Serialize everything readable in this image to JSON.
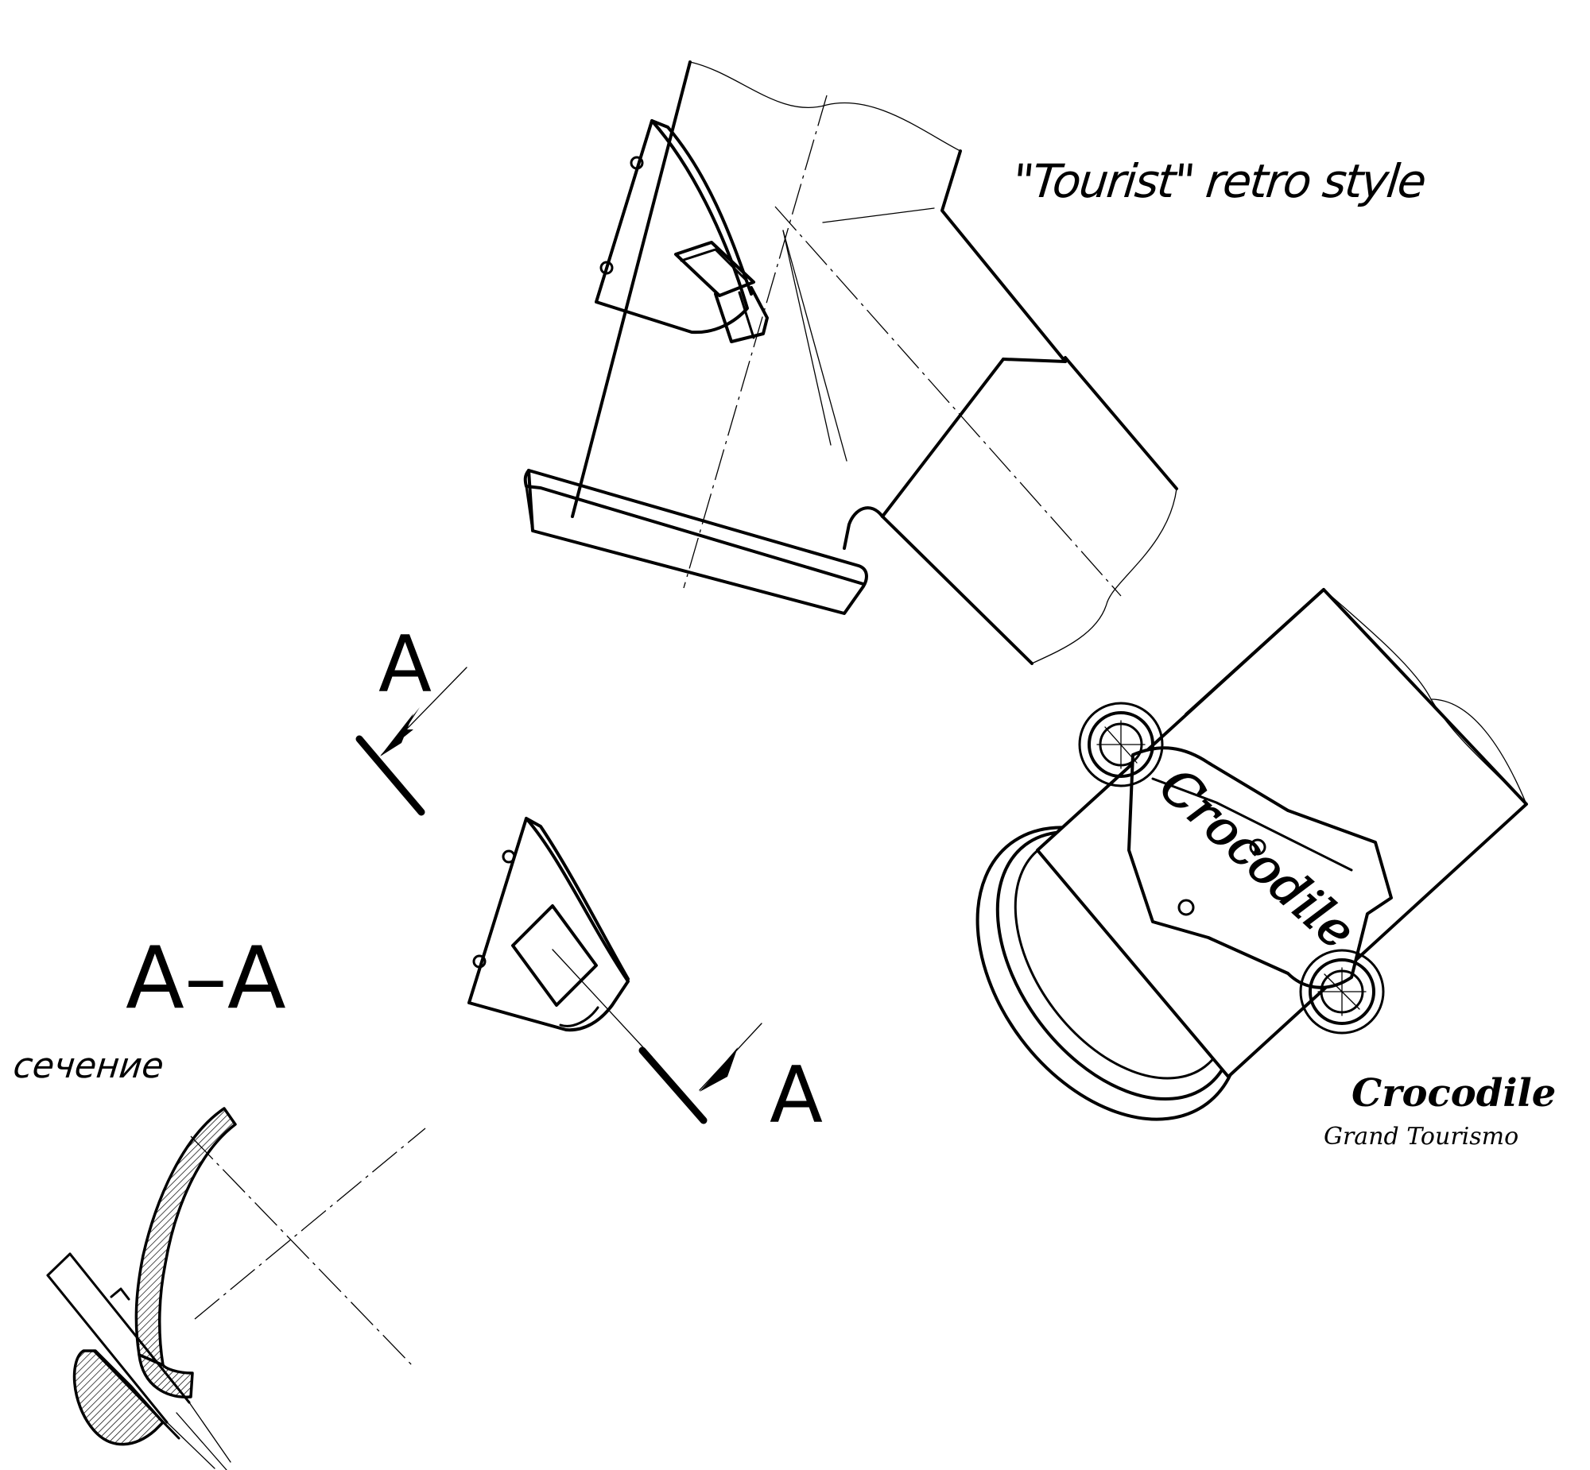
{
  "title": "\"Tourist\" retro style",
  "section_marks": {
    "top_letter": "A",
    "bottom_letter": "A"
  },
  "section_view": {
    "label": "A–A",
    "caption": "сечение"
  },
  "clamp_plate_text": "Crocodile",
  "brand": {
    "name": "Crocodile",
    "tagline": "Grand Tourismo"
  },
  "colors": {
    "ink": "#000000",
    "paper": "#ffffff"
  }
}
